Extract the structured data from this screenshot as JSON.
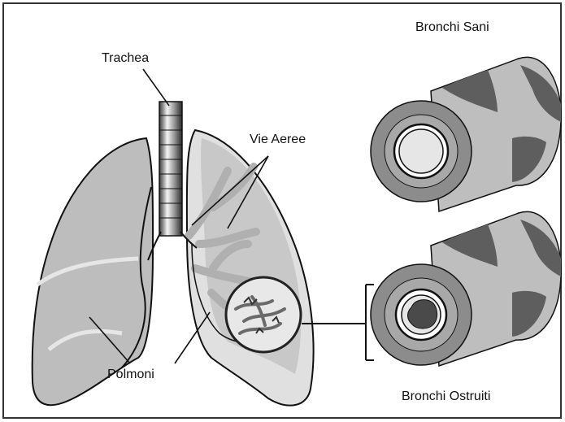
{
  "labels": {
    "trachea": "Trachea",
    "airways": "Vie Aeree",
    "lungs": "Polmoni",
    "healthy_bronchi": "Bronchi Sani",
    "obstructed_bronchi": "Bronchi Ostruiti"
  },
  "colors": {
    "lung_fill": "#bdbdbd",
    "lung_right_fill": "#e0e0e0",
    "airway_fill": "#c8c8c8",
    "bronchus_outer": "#bebebe",
    "bronchus_dark_band": "#5e5e5e",
    "bronchus_ring_mid": "#8c8c8c",
    "bronchus_ring_light": "#a8a8a8",
    "lumen_healthy": "#e6e6e6",
    "mucus_fill": "#4a4a4a",
    "outline": "#111111"
  }
}
